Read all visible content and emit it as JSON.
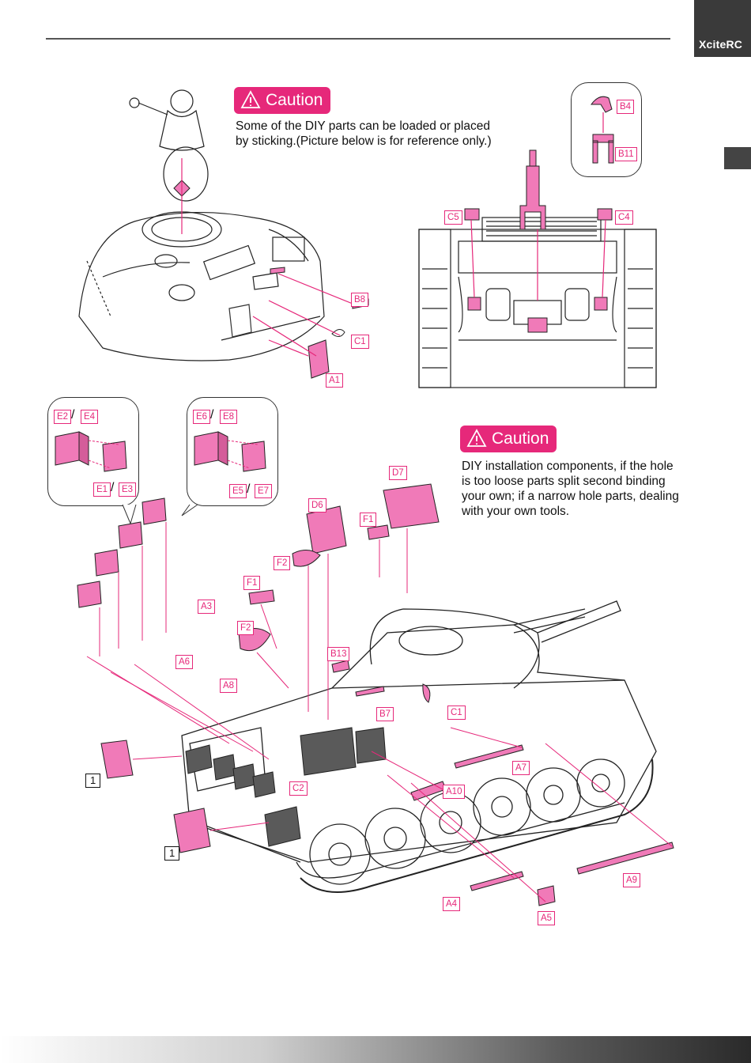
{
  "brand": {
    "name": "XciteRC"
  },
  "caution_top": {
    "title": "Caution",
    "text": "Some of the DIY parts can be loaded or placed\nby sticking.(Picture below is for reference only.)"
  },
  "caution_bottom": {
    "title": "Caution",
    "text": "DIY installation components, if the hole\nis too loose parts split second binding\nyour own; if a narrow hole parts, dealing\nwith your own tools."
  },
  "labels": {
    "b8": "B8",
    "c1_top": "C1",
    "a1": "A1",
    "b4": "B4",
    "b11": "B11",
    "c5": "C5",
    "c4": "C4",
    "e2": "E2",
    "e4": "E4",
    "e1": "E1",
    "e3": "E3",
    "e6": "E6",
    "e8": "E8",
    "e5": "E5",
    "e7": "E7",
    "d7": "D7",
    "d6": "D6",
    "f1_a": "F1",
    "f2_a": "F2",
    "f1_b": "F1",
    "f2_b": "F2",
    "a3": "A3",
    "a6": "A6",
    "a8": "A8",
    "b13": "B13",
    "c1_b": "C1",
    "b7": "B7",
    "c2": "C2",
    "a7": "A7",
    "a10": "A10",
    "a9": "A9",
    "a4": "A4",
    "a5": "A5",
    "one_a": "1",
    "one_b": "1"
  },
  "colors": {
    "accent": "#e6287a",
    "part_fill": "#f07ab8",
    "line": "#222222"
  }
}
